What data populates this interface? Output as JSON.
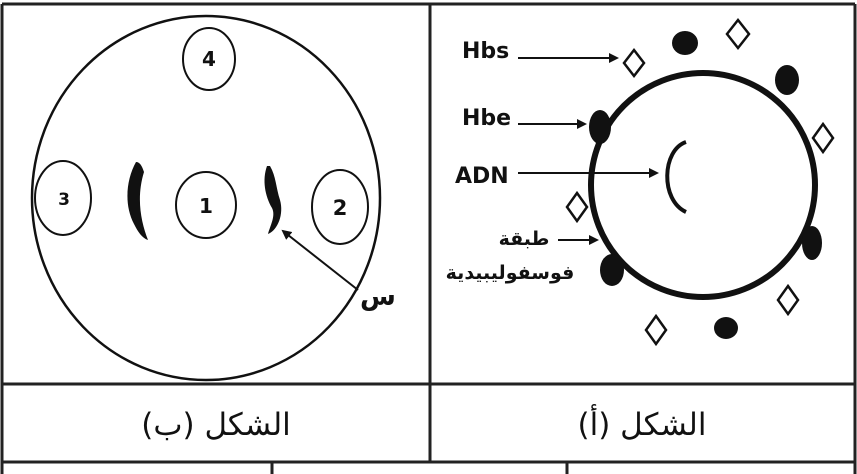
{
  "figure_b": {
    "caption": "الشكل (ب)",
    "circles": [
      "1",
      "2",
      "3",
      "4"
    ],
    "pointer_label": "س"
  },
  "figure_a": {
    "caption": "الشكل (أ)",
    "labels": {
      "hbs": "Hbs",
      "hbe": "Hbe",
      "adn": "ADN",
      "membrane_line1": "طبقة",
      "membrane_line2": "فوسفوليبيدية"
    }
  }
}
